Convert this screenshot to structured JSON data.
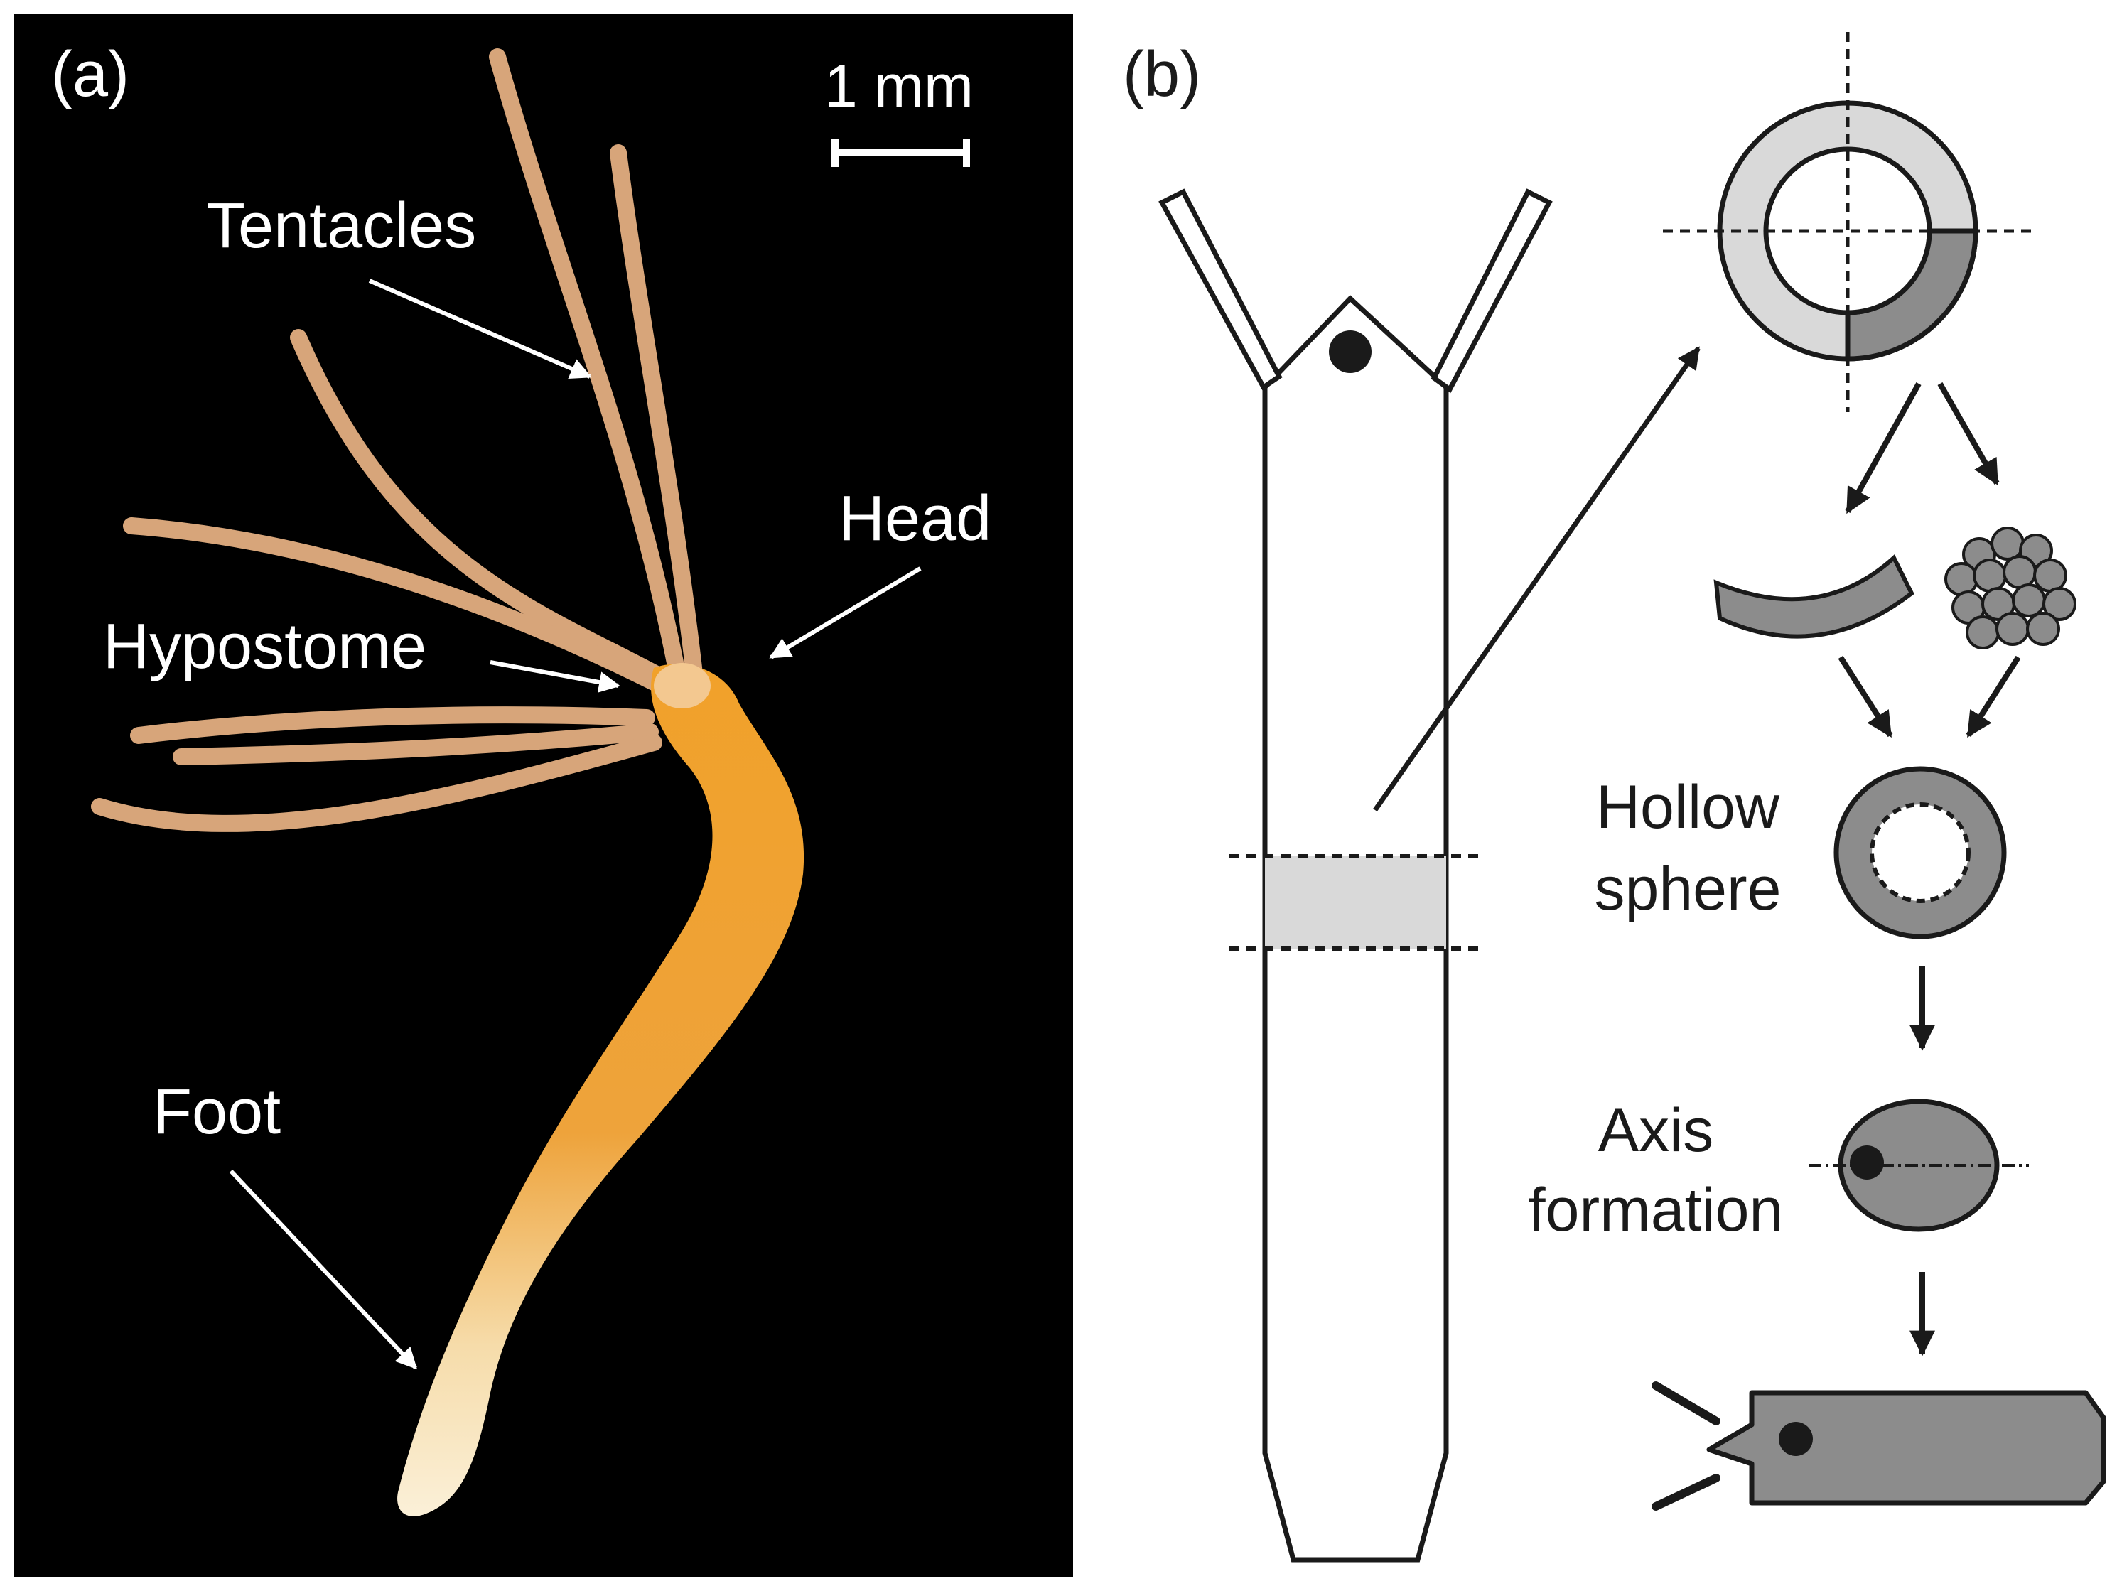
{
  "panel_a": {
    "label": "(a)",
    "scale_bar": "1 mm",
    "tentacles": "Tentacles",
    "head": "Head",
    "hypostome": "Hypostome",
    "foot": "Foot"
  },
  "panel_b": {
    "label": "(b)",
    "hollow_line1": "Hollow",
    "hollow_line2": "sphere",
    "axis_line1": "Axis",
    "axis_line2": "formation"
  },
  "colors": {
    "photo_bg": "#000000",
    "hydra_body": "#e9962a",
    "hydra_foot": "#f6e2b8",
    "tentacle": "#d7a57a",
    "diagram_gray": "#8c8c8c",
    "diagram_light": "#d9d9d9"
  }
}
